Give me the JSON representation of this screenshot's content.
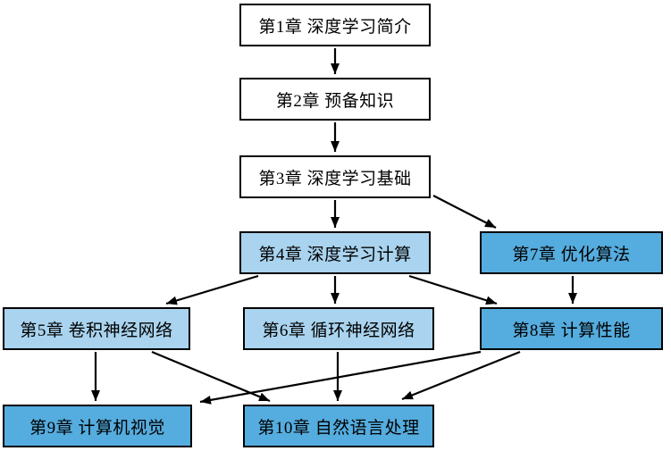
{
  "diagram": {
    "type": "flowchart",
    "subject": "chapter-dependency-graph",
    "nodes": [
      {
        "id": "ch1",
        "label": "第1章 深度学习简介",
        "style": "white"
      },
      {
        "id": "ch2",
        "label": "第2章 预备知识",
        "style": "white"
      },
      {
        "id": "ch3",
        "label": "第3章 深度学习基础",
        "style": "white"
      },
      {
        "id": "ch4",
        "label": "第4章 深度学习计算",
        "style": "light-blue"
      },
      {
        "id": "ch5",
        "label": "第5章 卷积神经网络",
        "style": "light-blue"
      },
      {
        "id": "ch6",
        "label": "第6章 循环神经网络",
        "style": "light-blue"
      },
      {
        "id": "ch7",
        "label": "第7章 优化算法",
        "style": "medium-blue"
      },
      {
        "id": "ch8",
        "label": "第8章 计算性能",
        "style": "medium-blue"
      },
      {
        "id": "ch9",
        "label": "第9章 计算机视觉",
        "style": "medium-blue"
      },
      {
        "id": "ch10",
        "label": "第10章 自然语言处理",
        "style": "medium-blue"
      }
    ],
    "edges": [
      {
        "from": "ch1",
        "to": "ch2"
      },
      {
        "from": "ch2",
        "to": "ch3"
      },
      {
        "from": "ch3",
        "to": "ch4"
      },
      {
        "from": "ch3",
        "to": "ch7"
      },
      {
        "from": "ch4",
        "to": "ch5"
      },
      {
        "from": "ch4",
        "to": "ch6"
      },
      {
        "from": "ch4",
        "to": "ch8"
      },
      {
        "from": "ch7",
        "to": "ch8"
      },
      {
        "from": "ch5",
        "to": "ch9"
      },
      {
        "from": "ch5",
        "to": "ch10"
      },
      {
        "from": "ch6",
        "to": "ch10"
      },
      {
        "from": "ch8",
        "to": "ch9"
      },
      {
        "from": "ch8",
        "to": "ch10"
      }
    ],
    "colors": {
      "background": "#ffffff",
      "node_white": "#ffffff",
      "node_light_blue": "#a9d3ee",
      "node_medium_blue": "#55acde",
      "node_border": "#000000",
      "arrow": "#000000",
      "text": "#000000"
    }
  }
}
